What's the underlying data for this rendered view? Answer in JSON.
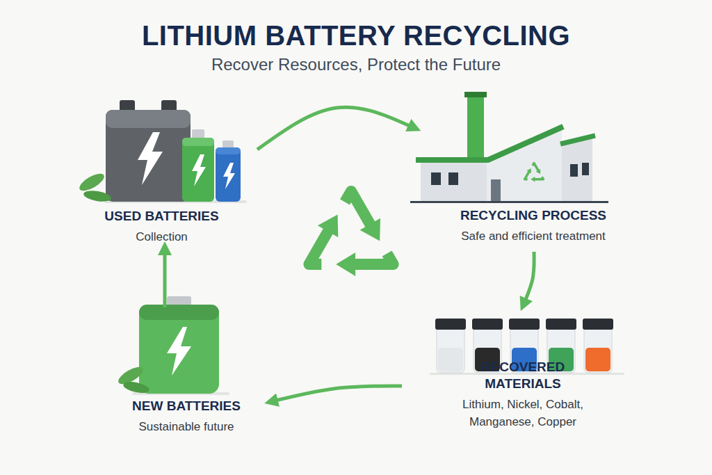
{
  "diagram": {
    "title": "LITHIUM BATTERY RECYCLING",
    "caption": "Recover Resources, Protect the Future",
    "nodes": [
      {
        "text": [
          "USED BATTERIES",
          "Collection"
        ]
      },
      {
        "text": [
          "RECYCLING PROCESS",
          "Safe and efficient treatment"
        ]
      },
      {
        "text": [
          "NEW BATTERIES",
          "Sustainable future"
        ]
      },
      {
        "text": [
          "RECOVERED MATERIALS",
          "Lithium, Nickel, Cobalt, Manganese, Copper"
        ]
      }
    ],
    "edges": [
      {
        "from": 0,
        "to": 1,
        "arrow": "to"
      },
      {
        "from": 1,
        "to": 3,
        "arrow": "to"
      },
      {
        "from": 3,
        "to": 2,
        "arrow": "to"
      },
      {
        "from": 2,
        "to": 0,
        "arrow": "to"
      }
    ]
  }
}
